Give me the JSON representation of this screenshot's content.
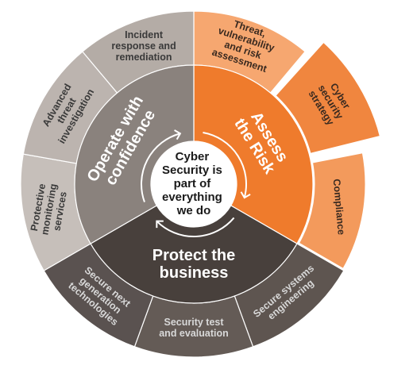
{
  "center": {
    "lines": [
      "Cyber",
      "Security is",
      "part of",
      "everything",
      "we do"
    ]
  },
  "inner_ring": [
    {
      "id": "operate",
      "lines": [
        "Operate with",
        "confidence"
      ],
      "text_color": "#ffffff"
    },
    {
      "id": "assess",
      "lines": [
        "Assess",
        "the Risk"
      ],
      "text_color": "#ffffff"
    },
    {
      "id": "protect",
      "lines": [
        "Protect the",
        "business"
      ],
      "text_color": "#ffffff"
    }
  ],
  "outer_ring": [
    {
      "id": "threat",
      "lines": [
        "Threat,",
        "vulnerability",
        "and risk",
        "assessment"
      ],
      "text_color": "#3a2a20"
    },
    {
      "id": "cyber_strategy",
      "lines": [
        "Cyber",
        "security",
        "strategy"
      ],
      "text_color": "#3a2a20"
    },
    {
      "id": "compliance",
      "lines": [
        "Compliance"
      ],
      "text_color": "#3a2a20"
    },
    {
      "id": "secure_systems",
      "lines": [
        "Secure systems",
        "engineering"
      ],
      "text_color": "#d8d8d8"
    },
    {
      "id": "security_test",
      "lines": [
        "Security test",
        "and evaluation"
      ],
      "text_color": "#d8d8d8"
    },
    {
      "id": "secure_next",
      "lines": [
        "Secure next",
        "generation",
        "technologies"
      ],
      "text_color": "#d8d8d8"
    },
    {
      "id": "protective",
      "lines": [
        "Protective",
        "monitoring",
        "services"
      ],
      "text_color": "#3a3a3a"
    },
    {
      "id": "advanced",
      "lines": [
        "Advanced",
        "threat",
        "investigation"
      ],
      "text_color": "#3a3a3a"
    },
    {
      "id": "incident",
      "lines": [
        "Incident",
        "response and",
        "remediation"
      ],
      "text_color": "#3a3a3a"
    }
  ],
  "colors": {
    "orange_outer_1": "#f6a770",
    "orange_outer_2": "#f39a5c",
    "orange_strategy": "#f0863f",
    "orange_compliance": "#f39a5c",
    "orange_inner": "#ef7b2c",
    "dark_outer_1": "#5e5550",
    "dark_outer_2": "#645b56",
    "dark_outer_3": "#5a5250",
    "dark_inner": "#48403c",
    "grey_outer_1": "#c6bfba",
    "grey_outer_2": "#bcb4af",
    "grey_outer_3": "#b4aca6",
    "grey_inner": "#8a827d",
    "center_fill": "#ffffff",
    "center_text": "#1a1a1a",
    "arrow": "#ffffff"
  }
}
